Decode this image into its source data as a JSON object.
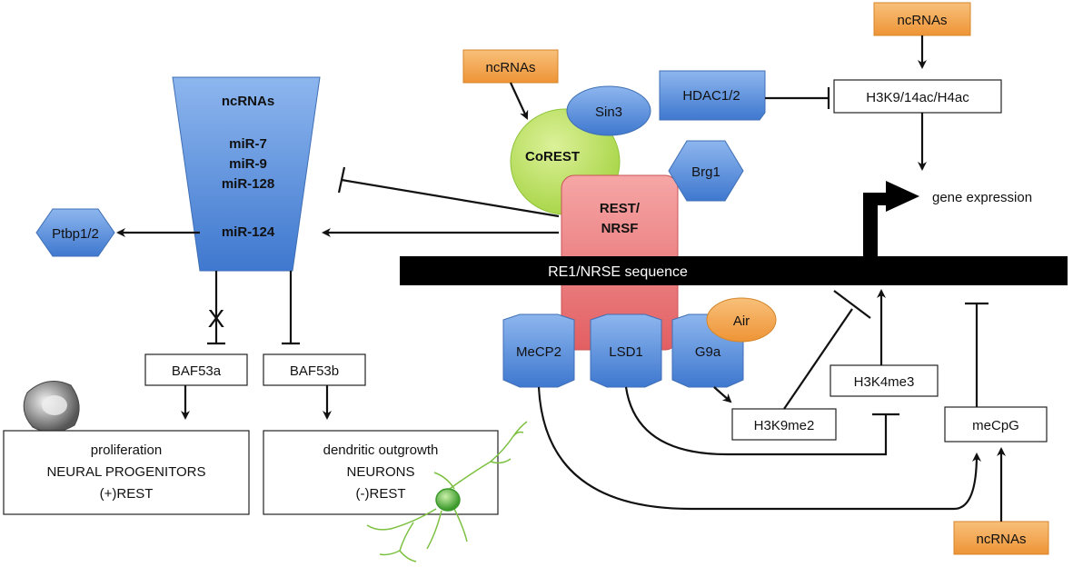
{
  "colors": {
    "ncrna_box": "#f0a046",
    "protein_blue": "#5b8fd8",
    "rest": "#e8787a",
    "corest": "#b6dc55",
    "air": "#f0a046",
    "dna": "#000000"
  },
  "funnel": {
    "title": "ncRNAs",
    "mirs": [
      "miR-7",
      "miR-9",
      "miR-128"
    ],
    "mir124": "miR-124"
  },
  "proteins": {
    "ptbp": "Ptbp1/2",
    "corest": "CoREST",
    "sin3": "Sin3",
    "hdac": "HDAC1/2",
    "brg1": "Brg1",
    "rest_line1": "REST/",
    "rest_line2": "NRSF",
    "mecp2": "MeCP2",
    "lsd1": "LSD1",
    "g9a": "G9a",
    "air": "Air"
  },
  "ncrna_label": "ncRNAs",
  "dna_label": "RE1/NRSE sequence",
  "gene_expression": "gene expression",
  "marks": {
    "h3k9ac": "H3K9/14ac/H4ac",
    "h3k4me3": "H3K4me3",
    "h3k9me2": "H3K9me2",
    "mecpg": "meCpG"
  },
  "baf": {
    "baf53a": "BAF53a",
    "baf53b": "BAF53b",
    "x_mark": "X"
  },
  "outcomes": {
    "progenitors": [
      "proliferation",
      "NEURAL PROGENITORS",
      "(+)REST"
    ],
    "neurons": [
      "dendritic outgrowth",
      "NEURONS",
      "(-)REST"
    ]
  }
}
